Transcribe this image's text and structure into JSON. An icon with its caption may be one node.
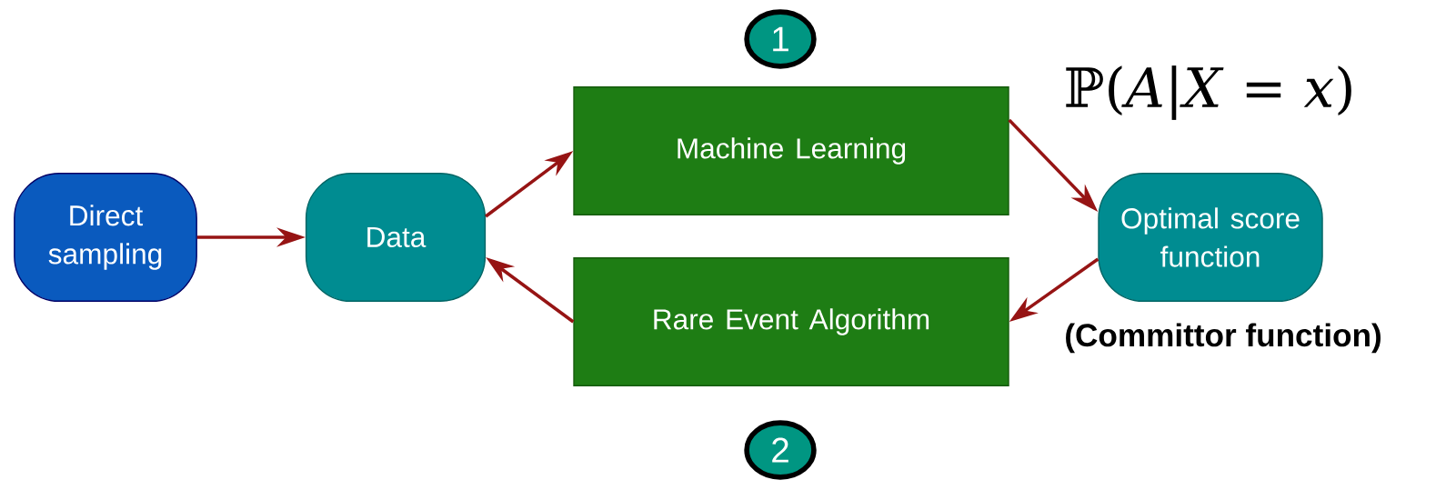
{
  "diagram": {
    "nodes": [
      {
        "text": [
          "Direct sampling"
        ]
      },
      {
        "text": [
          "Data"
        ]
      },
      {
        "text": [
          "Machine Learning"
        ]
      },
      {
        "text": [
          "Rare Event Algorithm"
        ]
      },
      {
        "text": [
          "Optimal score function"
        ],
        "beside": [
          "(Committor function)"
        ]
      },
      {
        "text": [
          "1"
        ]
      },
      {
        "text": [
          "2"
        ]
      }
    ],
    "edges": [
      {
        "from": 0,
        "to": 1,
        "arrow": "to"
      },
      {
        "from": 1,
        "to": 2,
        "arrow": "to"
      },
      {
        "from": 2,
        "to": 4,
        "arrow": "to"
      },
      {
        "from": 4,
        "to": 3,
        "arrow": "to"
      },
      {
        "from": 3,
        "to": 1,
        "arrow": "to"
      }
    ],
    "labels": [
      "ℙ(*A*|*X* = *x*)"
    ]
  }
}
